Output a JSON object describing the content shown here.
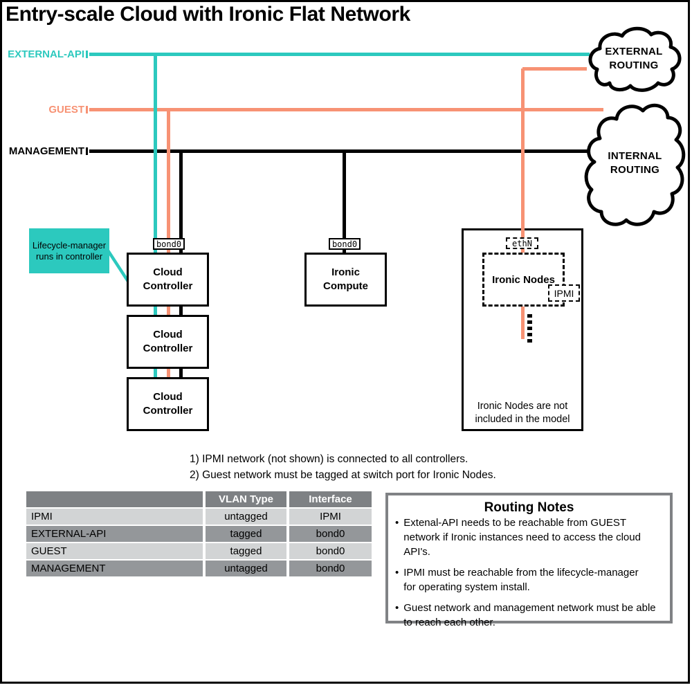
{
  "title": "Entry-scale Cloud with Ironic Flat Network",
  "networks": {
    "external_api": {
      "label": "EXTERNAL-API",
      "color": "#2CC9BE"
    },
    "guest": {
      "label": "GUEST",
      "color": "#F79274"
    },
    "management": {
      "label": "MANAGEMENT",
      "color": "#000000"
    }
  },
  "clouds": {
    "external": "EXTERNAL\nROUTING",
    "internal": "INTERNAL\nROUTING"
  },
  "callout": "Lifecycle-manager\nruns in controller",
  "nodes": {
    "controllers": [
      "Cloud\nController",
      "Cloud\nController",
      "Cloud\nController"
    ],
    "ironic_compute": "Ironic\nCompute",
    "ironic_nodes": "Ironic Nodes",
    "ironic_note": "Ironic Nodes are not\nincluded in the model"
  },
  "port_labels": {
    "controller_bond": "bond0",
    "compute_bond": "bond0",
    "ethn": "ethN",
    "ipmi": "IPMI"
  },
  "footnotes": [
    "1) IPMI network (not shown) is connected to all controllers.",
    "2) Guest network must be tagged at switch port for Ironic Nodes."
  ],
  "table": {
    "headers": [
      "",
      "VLAN Type",
      "Interface"
    ],
    "rows": [
      {
        "name": "IPMI",
        "vlan": "untagged",
        "iface": "IPMI"
      },
      {
        "name": "EXTERNAL-API",
        "vlan": "tagged",
        "iface": "bond0"
      },
      {
        "name": "GUEST",
        "vlan": "tagged",
        "iface": "bond0"
      },
      {
        "name": "MANAGEMENT",
        "vlan": "untagged",
        "iface": "bond0"
      }
    ]
  },
  "routing_notes": {
    "title": "Routing Notes",
    "bullets": [
      "Extenal-API needs to be reachable from GUEST\nnetwork if Ironic instances need to access the cloud API's.",
      "IPMI must be reachable from the lifecycle-manager\nfor operating system install.",
      "Guest network and management network must be able\nto reach each other."
    ]
  }
}
